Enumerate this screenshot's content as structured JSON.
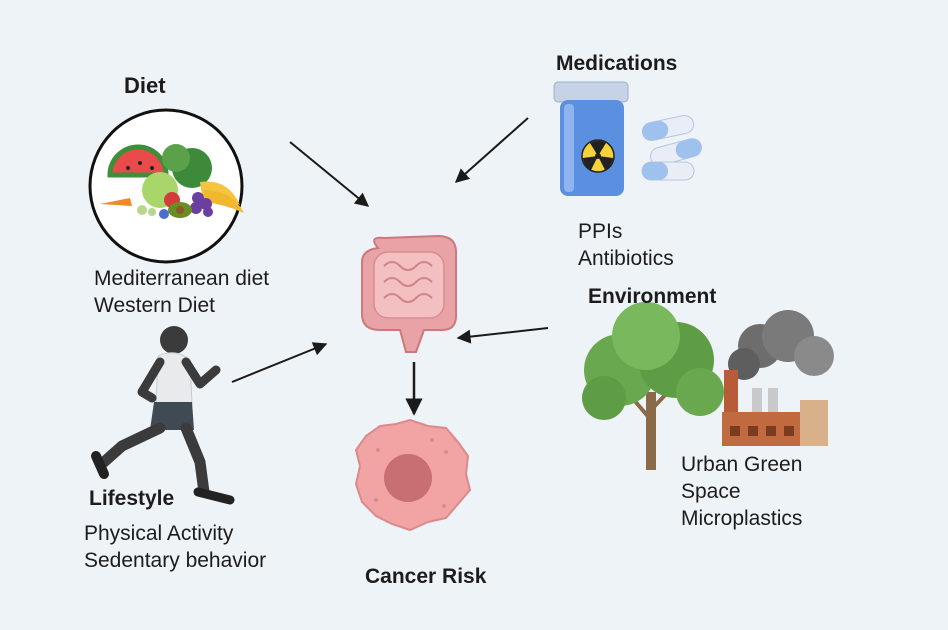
{
  "diet": {
    "heading": "Diet",
    "items": [
      "Mediterranean diet",
      "Western Diet"
    ]
  },
  "medications": {
    "heading": "Medications",
    "items": [
      "PPIs",
      "Antibiotics"
    ]
  },
  "environment": {
    "heading": "Environment",
    "items": [
      "Urban Green",
      "Space",
      "Microplastics"
    ]
  },
  "lifestyle": {
    "heading": "Lifestyle",
    "items": [
      "Physical Activity",
      "Sedentary behavior"
    ]
  },
  "outcome": {
    "heading": "Cancer Risk"
  },
  "colors": {
    "background": "#eef3f8",
    "intestine": "#e9a3a6",
    "tumor": "#f2a3a3",
    "bottle": "#5b8fe0",
    "tree": "#6aa84f",
    "smoke": "#6d6d6d",
    "arrow": "#1a1a1a"
  },
  "icons": [
    "fruit-vegetable-bowl-icon",
    "pill-bottle-icon",
    "capsules-icon",
    "intestine-icon",
    "cancer-cell-icon",
    "tree-icon",
    "factory-icon",
    "runner-icon",
    "radiation-icon"
  ]
}
